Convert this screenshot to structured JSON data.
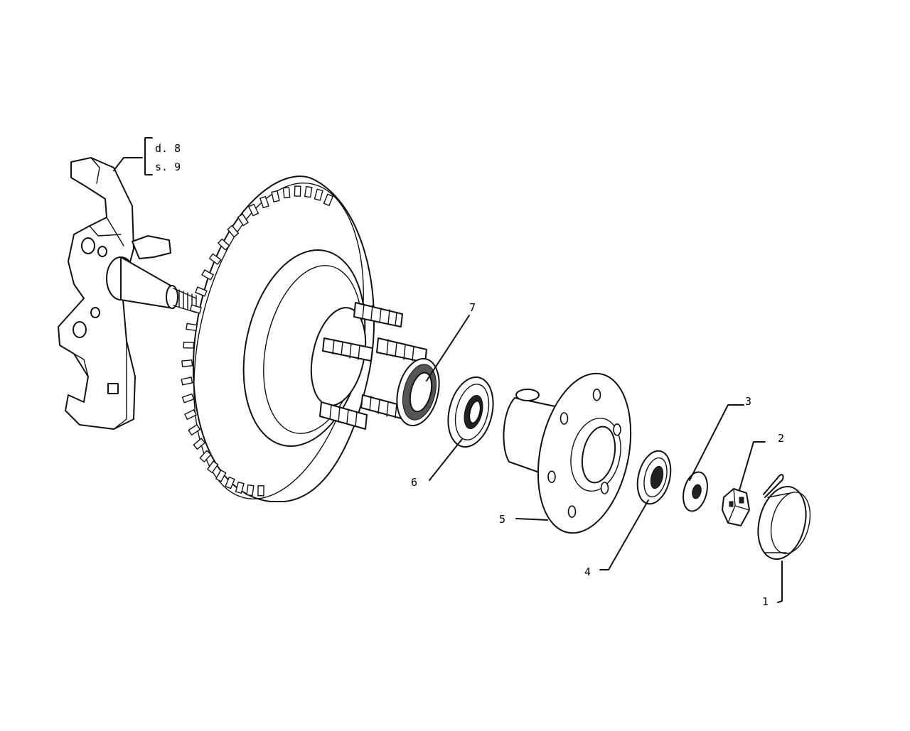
{
  "callouts": {
    "p1": "1",
    "p2": "2",
    "p3": "3",
    "p4": "4",
    "p5": "5",
    "p6": "6",
    "p7": "7",
    "side_right": "d. 8",
    "side_left": "s. 9"
  }
}
